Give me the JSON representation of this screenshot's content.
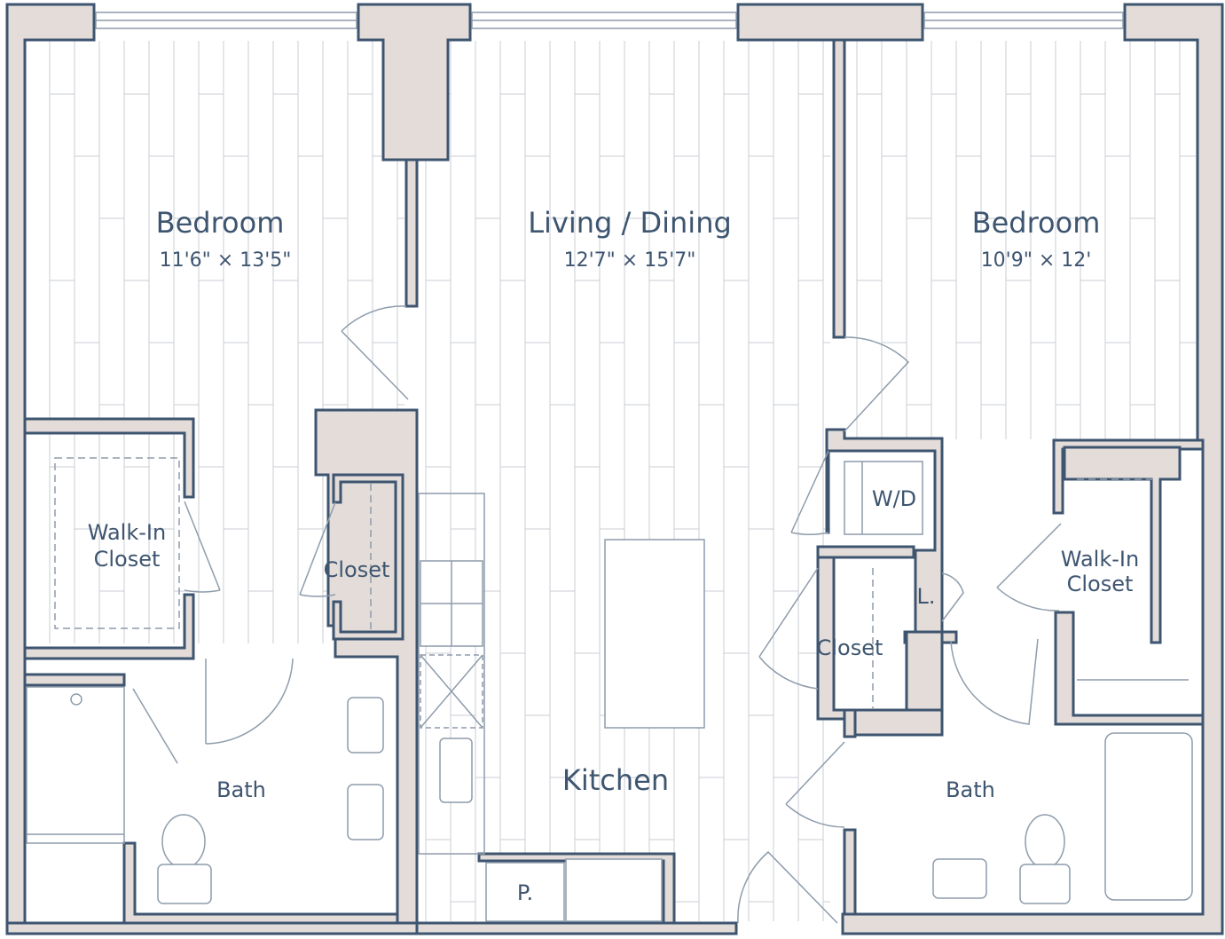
{
  "plan": {
    "title": "",
    "colors": {
      "wall_fill": "#e3dcd9",
      "wall_stroke": "#3e5570",
      "fixture_line": "#8e9cab",
      "floor_line": "#c8cdd3",
      "text": "#3e5570"
    },
    "rooms": {
      "bedroom_left": {
        "name": "Bedroom",
        "dims": "11'6\" × 13'5\""
      },
      "living": {
        "name": "Living / Dining",
        "dims": "12'7\" × 15'7\""
      },
      "bedroom_right": {
        "name": "Bedroom",
        "dims": "10'9\" × 12'"
      },
      "walkin_left": {
        "line1": "Walk-In",
        "line2": "Closet"
      },
      "closet_left": {
        "name": "Closet"
      },
      "bath_left": {
        "name": "Bath"
      },
      "kitchen": {
        "name": "Kitchen"
      },
      "pantry": {
        "name": "P."
      },
      "wd": {
        "name": "W/D"
      },
      "linen": {
        "name": "L."
      },
      "closet_right": {
        "name": "Closet"
      },
      "walkin_right": {
        "line1": "Walk-In",
        "line2": "Closet"
      },
      "bath_right": {
        "name": "Bath"
      }
    }
  }
}
